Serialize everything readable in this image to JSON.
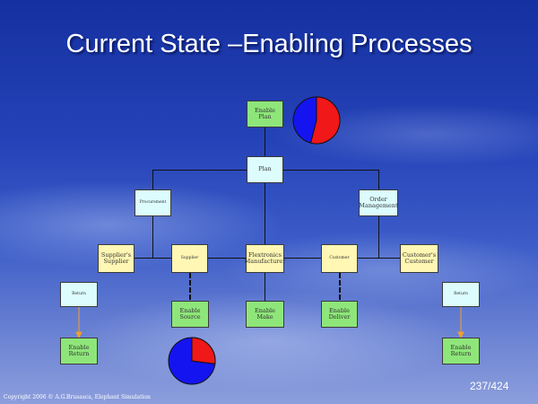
{
  "title": "Current State –Enabling Processes",
  "nodes": {
    "enable_plan": "Enable Plan",
    "plan": "Plan",
    "procurement": "Procurement",
    "order_management": "Order Management",
    "suppliers_supplier": "Supplier's Supplier",
    "supplier": "Supplier",
    "flextronics": "Flextronics Manufacturer",
    "customer": "Customer",
    "customers_customer": "Customer's Customer",
    "return_left": "Return",
    "return_right": "Return",
    "enable_source": "Enable Source",
    "enable_make": "Enable Make",
    "enable_deliver": "Enable Deliver",
    "enable_return_left": "Enable Return",
    "enable_return_right": "Enable Return"
  },
  "pies": {
    "top": {
      "red_fraction": 0.54,
      "red": "#f01818",
      "blue": "#1414f0"
    },
    "bottom": {
      "red_fraction": 0.27,
      "red": "#f01818",
      "blue": "#1414f0"
    }
  },
  "colors": {
    "green": "#8ee67a",
    "cyan": "#dcfcfe",
    "yellow": "#fff7b3",
    "orange_arrow": "#f0a030"
  },
  "page_number": "237/424",
  "copyright": "Copyright 2006 © A.G.Brusasca, Elephant Simulation"
}
